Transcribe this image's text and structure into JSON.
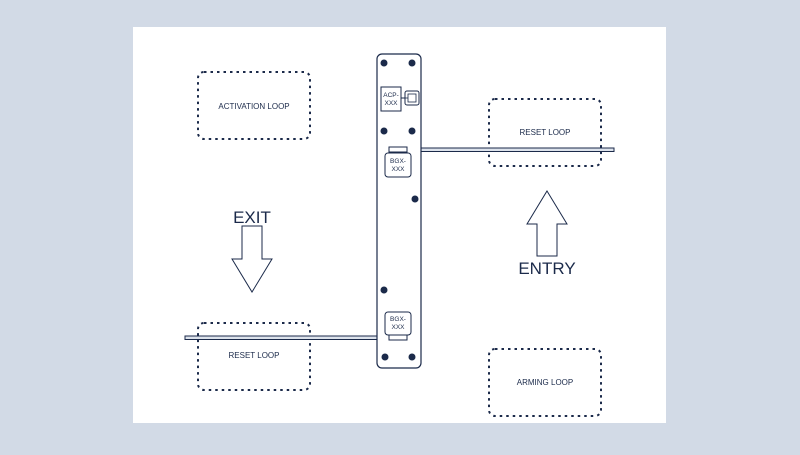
{
  "colors": {
    "background": "#d2dae6",
    "canvas": "#ffffff",
    "stroke": "#1b2a4a",
    "loop_border": "#1b2a4a",
    "bolt": "#1b2a4a",
    "arm_fill": "#dde3ec"
  },
  "loops": {
    "activation": "ACTIVATION LOOP",
    "reset_top": "RESET LOOP",
    "reset_bottom": "RESET LOOP",
    "arming": "ARMING LOOP"
  },
  "directions": {
    "exit": "EXIT",
    "entry": "ENTRY"
  },
  "controller": {
    "line1": "ACP-",
    "line2": "XXX"
  },
  "barriers": {
    "top": {
      "line1": "BGX-",
      "line2": "XXX"
    },
    "bottom": {
      "line1": "BGX-",
      "line2": "XXX"
    }
  }
}
